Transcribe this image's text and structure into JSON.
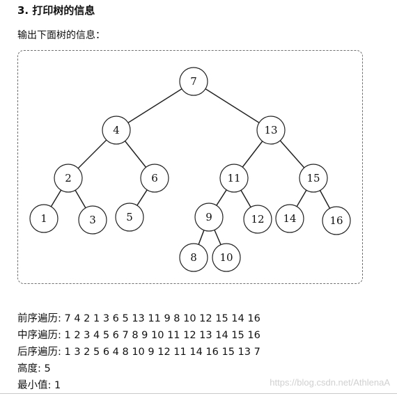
{
  "section": {
    "title": "3. 打印树的信息",
    "intro": "输出下面树的信息："
  },
  "tree": {
    "nodes": [
      {
        "id": "7",
        "label": "7"
      },
      {
        "id": "4",
        "label": "4"
      },
      {
        "id": "13",
        "label": "13"
      },
      {
        "id": "2",
        "label": "2"
      },
      {
        "id": "6",
        "label": "6"
      },
      {
        "id": "11",
        "label": "11"
      },
      {
        "id": "15",
        "label": "15"
      },
      {
        "id": "1",
        "label": "1"
      },
      {
        "id": "3",
        "label": "3"
      },
      {
        "id": "5",
        "label": "5"
      },
      {
        "id": "9",
        "label": "9"
      },
      {
        "id": "12",
        "label": "12"
      },
      {
        "id": "14",
        "label": "14"
      },
      {
        "id": "16",
        "label": "16"
      },
      {
        "id": "8",
        "label": "8"
      },
      {
        "id": "10",
        "label": "10"
      }
    ],
    "edges": [
      [
        "7",
        "4"
      ],
      [
        "7",
        "13"
      ],
      [
        "4",
        "2"
      ],
      [
        "4",
        "6"
      ],
      [
        "13",
        "11"
      ],
      [
        "13",
        "15"
      ],
      [
        "2",
        "1"
      ],
      [
        "2",
        "3"
      ],
      [
        "6",
        "5"
      ],
      [
        "11",
        "9"
      ],
      [
        "11",
        "12"
      ],
      [
        "15",
        "14"
      ],
      [
        "15",
        "16"
      ],
      [
        "9",
        "8"
      ],
      [
        "9",
        "10"
      ]
    ]
  },
  "output": {
    "preorder": "前序遍历: 7 4 2 1 3 6 5 13 11 9 8 10 12 15 14 16",
    "inorder": "中序遍历: 1 2 3 4 5 6 7 8 9 10 11 12 13 14 15 16",
    "postorder": "后序遍历: 1 3 2 5 6 4 8 10 9 12 11 14 16 15 13 7",
    "height": "高度: 5",
    "min": "最小值: 1"
  },
  "watermark": "https://blog.csdn.net/AthlenaA"
}
